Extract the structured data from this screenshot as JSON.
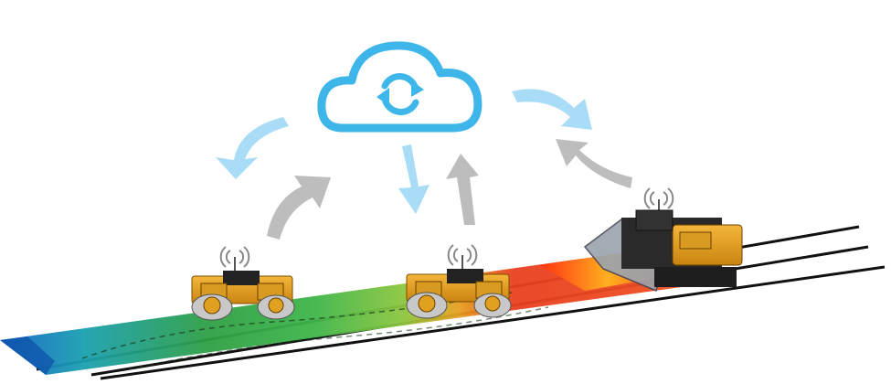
{
  "diagram": {
    "cloud": {
      "icon": "cloud-sync-icon",
      "color": "#3fb6ea"
    },
    "arrows": {
      "down_color": "#a9dcf6",
      "up_color": "#bdbdbd"
    },
    "machines": [
      {
        "id": "roller-1",
        "icon": "compactor-roller-icon",
        "signal_icon": "wireless-signal-icon",
        "body_color": "#e8a317"
      },
      {
        "id": "roller-2",
        "icon": "compactor-roller-icon",
        "signal_icon": "wireless-signal-icon",
        "body_color": "#e8a317"
      },
      {
        "id": "paver",
        "icon": "asphalt-paver-icon",
        "signal_icon": "wireless-signal-icon",
        "body_color": "#e8a317"
      }
    ],
    "road": {
      "temperature_gradient": [
        "#1a6fd1",
        "#1ea8a8",
        "#2fa84a",
        "#39b54a",
        "#9acd32",
        "#f0c020",
        "#f07020",
        "#e02020"
      ]
    }
  }
}
